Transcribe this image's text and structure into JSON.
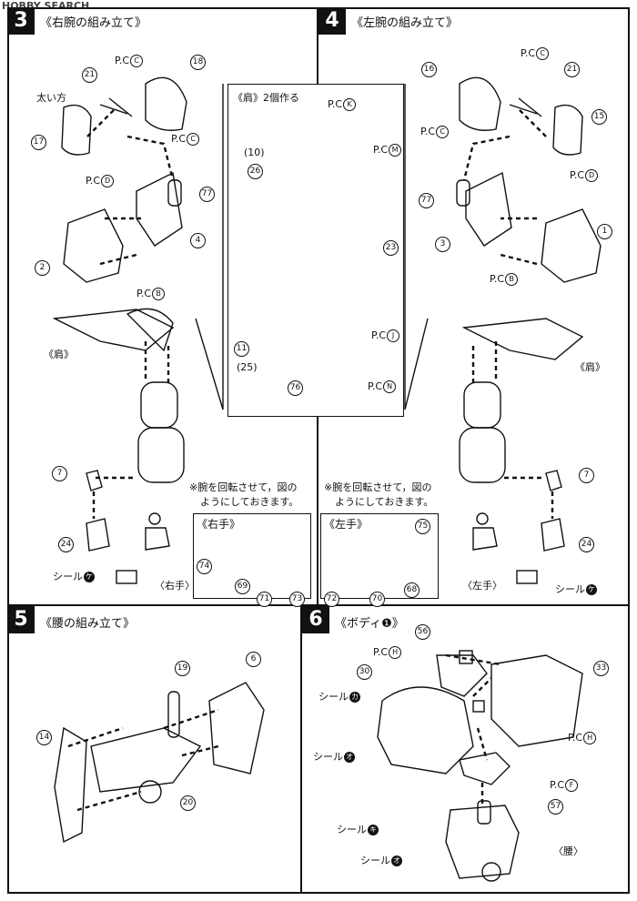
{
  "watermark": "HOBBY SEARCH",
  "sections": {
    "s3": {
      "number": "3",
      "title": "《右腕の組み立て》"
    },
    "s4": {
      "number": "4",
      "title": "《左腕の組み立て》"
    },
    "s5": {
      "number": "5",
      "title": "《腰の組み立て》"
    },
    "s6": {
      "number": "6",
      "title": "《ボディ❶》"
    }
  },
  "shoulder_box": {
    "title": "《肩》2個作る",
    "pc_k": "K",
    "pc_m": "M",
    "pc_j": "J",
    "pc_n": "N"
  },
  "pc": "P.C",
  "letters": {
    "c": "C",
    "d": "D",
    "b": "B",
    "h": "H",
    "f": "F"
  },
  "labels": {
    "thick_side": "太い方",
    "shoulder": "《肩》",
    "rotate_note_1": "※腕を回転させて，図の",
    "rotate_note_2": "ようにしておきます。",
    "right_hand_label": "《右手》",
    "left_hand_label": "《左手》",
    "right_hand_small": "〈右手〉",
    "left_hand_small": "〈左手〉",
    "seal": "シール",
    "seal_ke": "ケ",
    "seal_ka": "カ",
    "seal_o": "オ",
    "seal_ki": "キ",
    "waist": "〈腰〉"
  },
  "parts": {
    "p21a": "21",
    "p18": "18",
    "p17": "17",
    "p77a": "77",
    "p4": "4",
    "p2": "2",
    "p16": "16",
    "p21b": "21",
    "p15": "15",
    "p77b": "77",
    "p3": "3",
    "p1": "1",
    "p10": "(10)",
    "p26": "26",
    "p23": "23",
    "p11": "11",
    "p25": "(25)",
    "p76": "76",
    "p7a": "7",
    "p24a": "24",
    "p7b": "7",
    "p24b": "24",
    "p74": "74",
    "p69": "69",
    "p71": "71",
    "p73": "73",
    "p75": "75",
    "p72": "72",
    "p70": "70",
    "p68": "68",
    "p19": "19",
    "p6": "6",
    "p14": "14",
    "p20": "20",
    "p56": "56",
    "p33": "33",
    "p30": "30",
    "p57": "57"
  }
}
